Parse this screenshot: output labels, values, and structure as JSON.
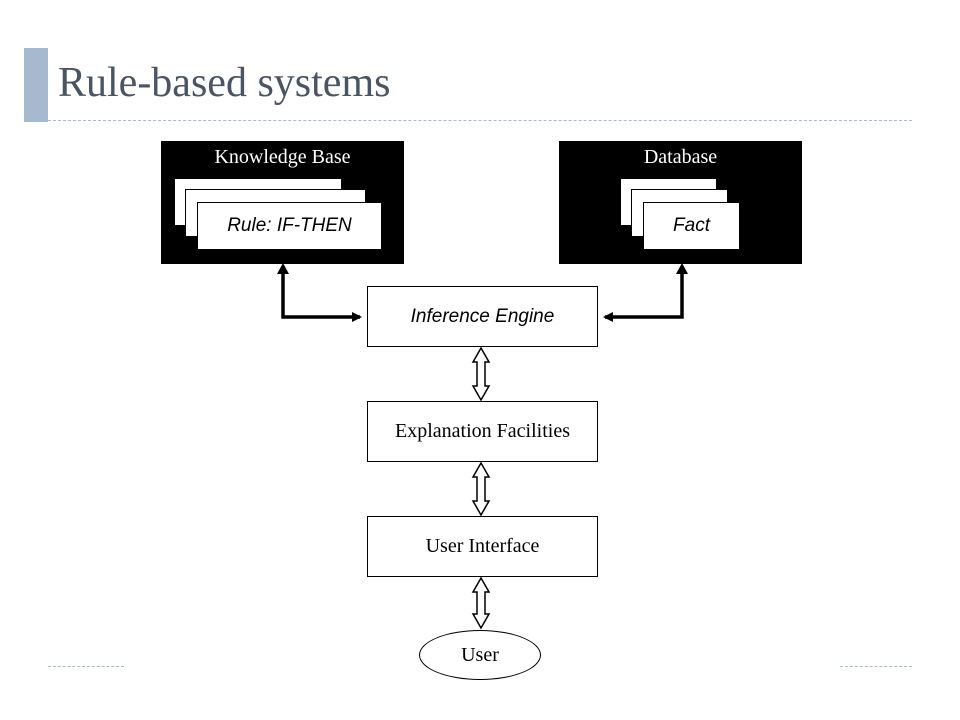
{
  "slide": {
    "title": "Rule-based systems"
  },
  "diagram": {
    "knowledge_base": {
      "label": "Knowledge Base",
      "card_label": "Rule: IF-THEN"
    },
    "database": {
      "label": "Database",
      "card_label": "Fact"
    },
    "inference_engine": "Inference Engine",
    "explanation_facilities": "Explanation Facilities",
    "user_interface": "User Interface",
    "user": "User"
  }
}
